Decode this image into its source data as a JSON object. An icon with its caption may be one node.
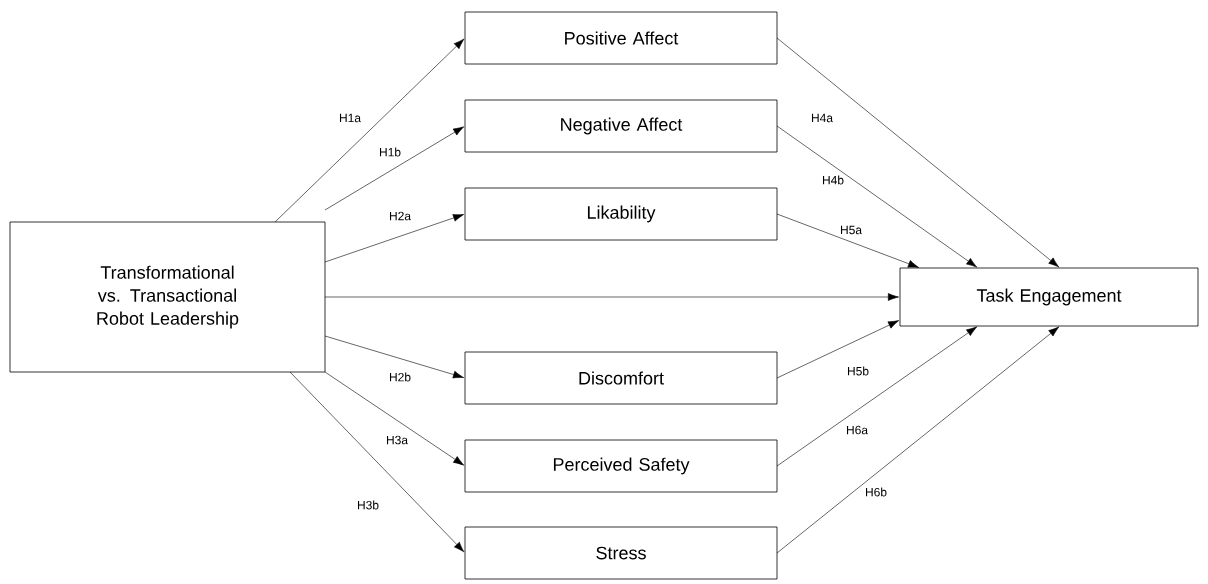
{
  "diagram": {
    "nodes": [
      {
        "text": [
          "Transformational vs. Transactional Robot Leadership"
        ]
      },
      {
        "text": [
          "Positive Affect"
        ]
      },
      {
        "text": [
          "Negative Affect"
        ]
      },
      {
        "text": [
          "Likability"
        ]
      },
      {
        "text": [
          "Task Engagement"
        ]
      },
      {
        "text": [
          "Discomfort"
        ]
      },
      {
        "text": [
          "Perceived Safety"
        ]
      },
      {
        "text": [
          "Stress"
        ]
      }
    ],
    "edges": [
      {
        "from": 0,
        "to": 1,
        "arrow": "to",
        "label": "H1a"
      },
      {
        "from": 0,
        "to": 2,
        "arrow": "to",
        "label": "H1b"
      },
      {
        "from": 0,
        "to": 3,
        "arrow": "to",
        "label": "H2a"
      },
      {
        "from": 0,
        "to": 4,
        "arrow": "to"
      },
      {
        "from": 0,
        "to": 5,
        "arrow": "to",
        "label": "H2b"
      },
      {
        "from": 0,
        "to": 6,
        "arrow": "to",
        "label": "H3a"
      },
      {
        "from": 0,
        "to": 7,
        "arrow": "to",
        "label": "H3b"
      },
      {
        "from": 1,
        "to": 4,
        "arrow": "to",
        "label": "H4a"
      },
      {
        "from": 2,
        "to": 4,
        "arrow": "to",
        "label": "H4b"
      },
      {
        "from": 3,
        "to": 4,
        "arrow": "to",
        "label": "H5a"
      },
      {
        "from": 5,
        "to": 4,
        "arrow": "to",
        "label": "H5b"
      },
      {
        "from": 6,
        "to": 4,
        "arrow": "to",
        "label": "H6a"
      },
      {
        "from": 7,
        "to": 4,
        "arrow": "to",
        "label": "H6b"
      }
    ]
  }
}
